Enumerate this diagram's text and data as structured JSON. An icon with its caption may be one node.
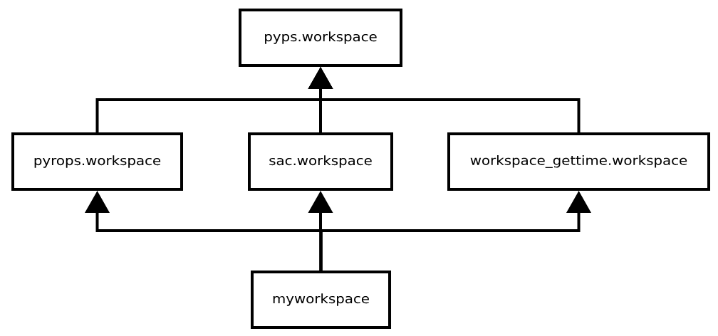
{
  "diagram": {
    "nodes": [
      {
        "text": [
          "pyps.workspace"
        ]
      },
      {
        "text": [
          "pyrops.workspace"
        ]
      },
      {
        "text": [
          "sac.workspace"
        ]
      },
      {
        "text": [
          "workspace_gettime.workspace"
        ]
      },
      {
        "text": [
          "myworkspace"
        ]
      }
    ],
    "edges": [
      {
        "from": 1,
        "to": 0,
        "arrow": "to"
      },
      {
        "from": 2,
        "to": 0,
        "arrow": "to"
      },
      {
        "from": 3,
        "to": 0,
        "arrow": "to"
      },
      {
        "from": 4,
        "to": 1,
        "arrow": "to"
      },
      {
        "from": 4,
        "to": 2,
        "arrow": "to"
      },
      {
        "from": 4,
        "to": 3,
        "arrow": "to"
      }
    ]
  }
}
